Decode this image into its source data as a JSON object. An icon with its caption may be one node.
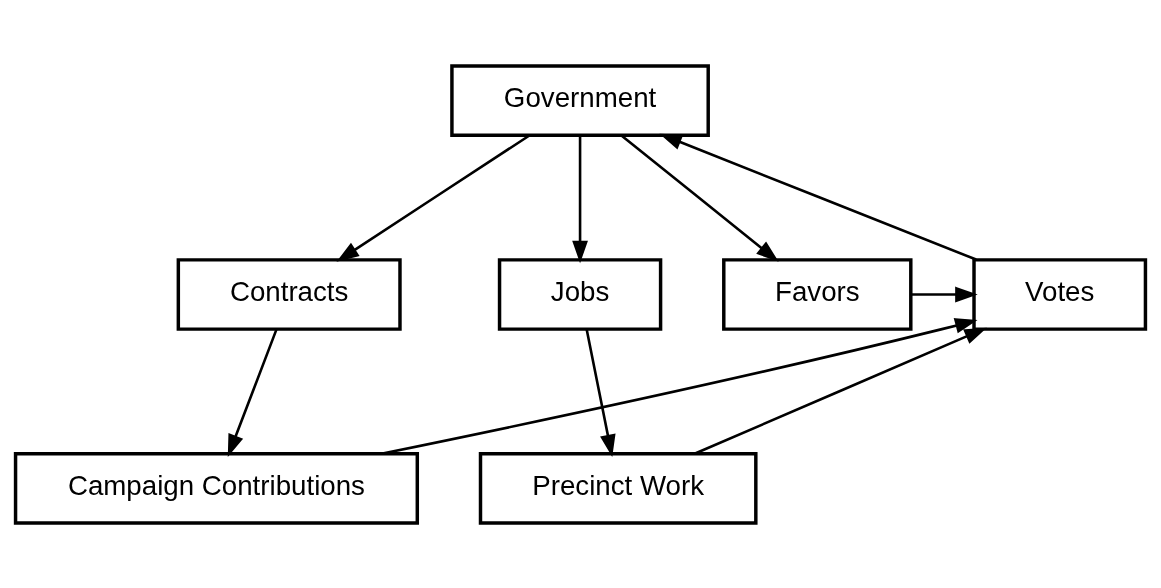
{
  "diagram": {
    "nodes": [
      {
        "text": [
          "Government"
        ]
      },
      {
        "text": [
          "Contracts"
        ]
      },
      {
        "text": [
          "Jobs"
        ]
      },
      {
        "text": [
          "Favors"
        ]
      },
      {
        "text": [
          "Votes"
        ]
      },
      {
        "text": [
          "Precinct Work"
        ]
      },
      {
        "text": [
          "Campaign Contributions"
        ]
      }
    ],
    "edges": [
      {
        "from": 0,
        "to": 1,
        "arrow": "to"
      },
      {
        "from": 0,
        "to": 2,
        "arrow": "to"
      },
      {
        "from": 0,
        "to": 3,
        "arrow": "to"
      },
      {
        "from": 4,
        "to": 0,
        "arrow": "to"
      },
      {
        "from": 3,
        "to": 4,
        "arrow": "to"
      },
      {
        "from": 2,
        "to": 5,
        "arrow": "to"
      },
      {
        "from": 1,
        "to": 6,
        "arrow": "to"
      },
      {
        "from": 5,
        "to": 4,
        "arrow": "to"
      },
      {
        "from": 6,
        "to": 4,
        "arrow": "to"
      }
    ]
  }
}
